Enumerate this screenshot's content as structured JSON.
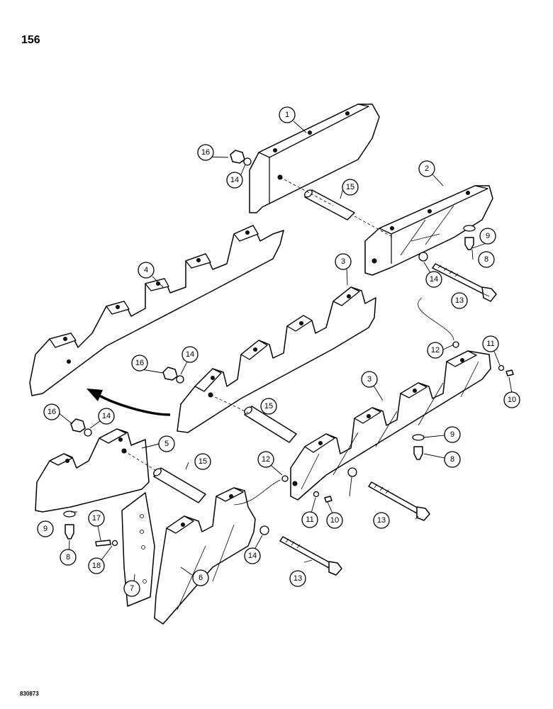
{
  "page": {
    "number": "156",
    "figure_code": "830873"
  },
  "callouts": [
    {
      "id": "c1",
      "label": "1"
    },
    {
      "id": "c2",
      "label": "2"
    },
    {
      "id": "c3a",
      "label": "3"
    },
    {
      "id": "c3b",
      "label": "3"
    },
    {
      "id": "c4",
      "label": "4"
    },
    {
      "id": "c5",
      "label": "5"
    },
    {
      "id": "c6",
      "label": "6"
    },
    {
      "id": "c7",
      "label": "7"
    },
    {
      "id": "c8a",
      "label": "8"
    },
    {
      "id": "c8b",
      "label": "8"
    },
    {
      "id": "c8c",
      "label": "8"
    },
    {
      "id": "c9a",
      "label": "9"
    },
    {
      "id": "c9b",
      "label": "9"
    },
    {
      "id": "c9c",
      "label": "9"
    },
    {
      "id": "c10a",
      "label": "10"
    },
    {
      "id": "c10b",
      "label": "10"
    },
    {
      "id": "c11a",
      "label": "11"
    },
    {
      "id": "c11b",
      "label": "11"
    },
    {
      "id": "c12a",
      "label": "12"
    },
    {
      "id": "c12b",
      "label": "12"
    },
    {
      "id": "c13a",
      "label": "13"
    },
    {
      "id": "c13b",
      "label": "13"
    },
    {
      "id": "c13c",
      "label": "13"
    },
    {
      "id": "c14a",
      "label": "14"
    },
    {
      "id": "c14b",
      "label": "14"
    },
    {
      "id": "c14c",
      "label": "14"
    },
    {
      "id": "c14d",
      "label": "14"
    },
    {
      "id": "c14e",
      "label": "14"
    },
    {
      "id": "c15a",
      "label": "15"
    },
    {
      "id": "c15b",
      "label": "15"
    },
    {
      "id": "c15c",
      "label": "15"
    },
    {
      "id": "c16a",
      "label": "16"
    },
    {
      "id": "c16b",
      "label": "16"
    },
    {
      "id": "c16c",
      "label": "16"
    },
    {
      "id": "c17",
      "label": "17"
    },
    {
      "id": "c18",
      "label": "18"
    }
  ]
}
